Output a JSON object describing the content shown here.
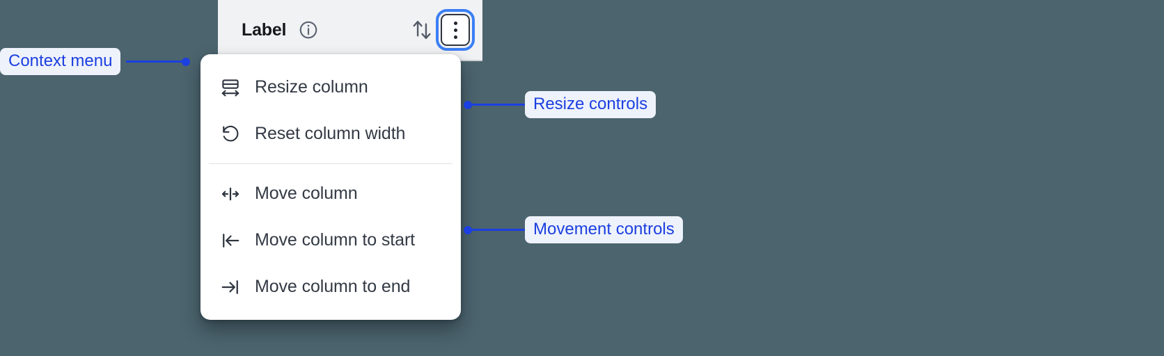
{
  "background_color": "#4c646e",
  "accent_color": "#1b3fe0",
  "focus_ring_color": "#3b7ff5",
  "column_header": {
    "label": "Label",
    "info_icon": "info-circle-icon",
    "sort_icon": "sort-up-down-icon",
    "menu_button_icon": "kebab-vertical-icon"
  },
  "context_menu": {
    "groups": [
      {
        "name": "resize",
        "items": [
          {
            "icon": "resize-column-icon",
            "label": "Resize column"
          },
          {
            "icon": "reset-width-icon",
            "label": "Reset column width"
          }
        ]
      },
      {
        "name": "movement",
        "items": [
          {
            "icon": "move-column-icon",
            "label": "Move column"
          },
          {
            "icon": "move-to-start-icon",
            "label": "Move column to start"
          },
          {
            "icon": "move-to-end-icon",
            "label": "Move column to end"
          }
        ]
      }
    ]
  },
  "annotations": [
    {
      "id": "context-menu",
      "label": "Context menu"
    },
    {
      "id": "resize",
      "label": "Resize controls"
    },
    {
      "id": "movement",
      "label": "Movement controls"
    }
  ]
}
